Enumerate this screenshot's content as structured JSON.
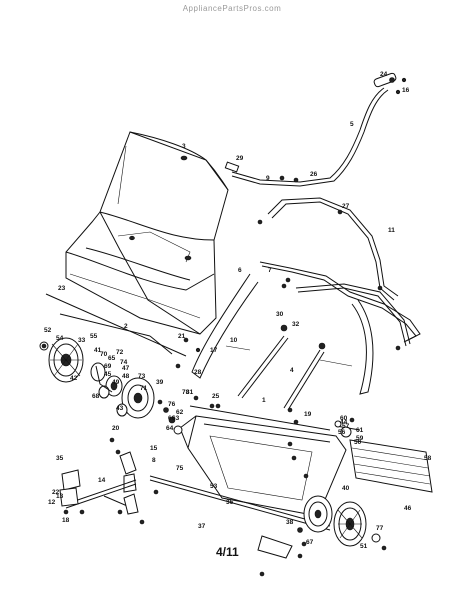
{
  "watermark": "AppliancePartsPros.com",
  "page_number": "4/11",
  "callouts": [
    "1",
    "2",
    "3",
    "4",
    "5",
    "6",
    "7",
    "8",
    "9",
    "10",
    "11",
    "12",
    "13",
    "14",
    "15",
    "16",
    "17",
    "18",
    "19",
    "20",
    "21",
    "22",
    "23",
    "24",
    "25",
    "26",
    "27",
    "28",
    "29",
    "30",
    "31",
    "32",
    "33",
    "35",
    "36",
    "37",
    "38",
    "39",
    "40",
    "41",
    "42",
    "43",
    "44",
    "45",
    "46",
    "47",
    "48",
    "49",
    "50",
    "51",
    "52",
    "53",
    "54",
    "55",
    "56",
    "57",
    "58",
    "59",
    "60",
    "61",
    "62",
    "63",
    "64",
    "65",
    "66",
    "67",
    "68",
    "69",
    "70",
    "71",
    "72",
    "73",
    "74",
    "75",
    "76",
    "77",
    "78"
  ]
}
